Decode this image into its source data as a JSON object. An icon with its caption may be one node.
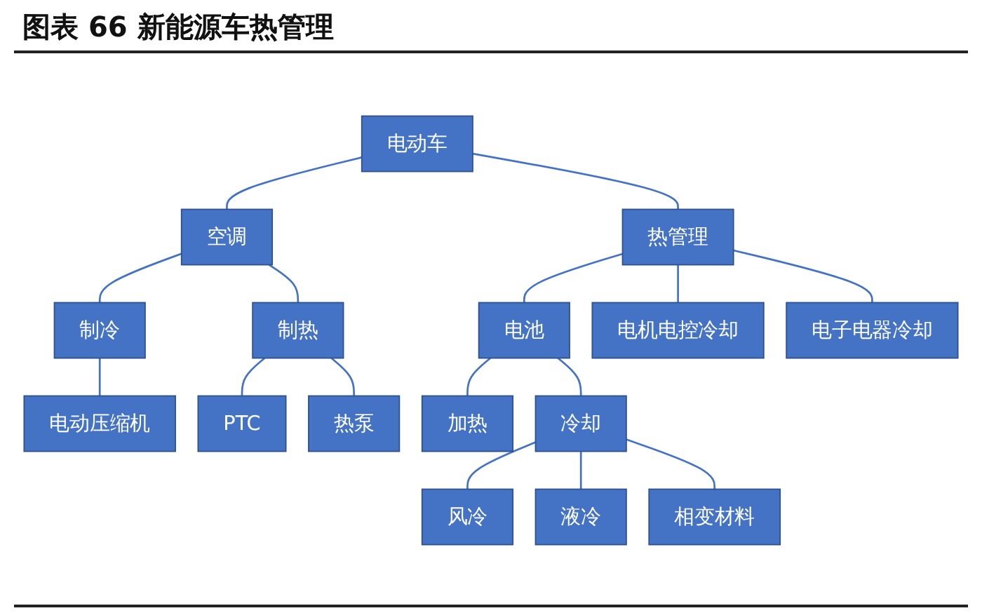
{
  "diagram": {
    "title": "图表 66 新能源车热管理",
    "nodes": [
      {
        "text": [
          "电动车"
        ]
      },
      {
        "text": [
          "空调"
        ]
      },
      {
        "text": [
          "热管理"
        ]
      },
      {
        "text": [
          "制冷"
        ]
      },
      {
        "text": [
          "制热"
        ]
      },
      {
        "text": [
          "电动压缩机"
        ]
      },
      {
        "text": [
          "PTC"
        ]
      },
      {
        "text": [
          "热泵"
        ]
      },
      {
        "text": [
          "电池"
        ]
      },
      {
        "text": [
          "电机电控冷却"
        ]
      },
      {
        "text": [
          "电子电器冷却"
        ]
      },
      {
        "text": [
          "加热"
        ]
      },
      {
        "text": [
          "冷却"
        ]
      },
      {
        "text": [
          "风冷"
        ]
      },
      {
        "text": [
          "液冷"
        ]
      },
      {
        "text": [
          "相变材料"
        ]
      }
    ],
    "edges": [
      {
        "from": 0,
        "to": 1,
        "arrow": "none"
      },
      {
        "from": 0,
        "to": 2,
        "arrow": "none"
      },
      {
        "from": 1,
        "to": 3,
        "arrow": "none"
      },
      {
        "from": 1,
        "to": 4,
        "arrow": "none"
      },
      {
        "from": 3,
        "to": 5,
        "arrow": "none"
      },
      {
        "from": 4,
        "to": 6,
        "arrow": "none"
      },
      {
        "from": 4,
        "to": 7,
        "arrow": "none"
      },
      {
        "from": 2,
        "to": 8,
        "arrow": "none"
      },
      {
        "from": 2,
        "to": 9,
        "arrow": "none"
      },
      {
        "from": 2,
        "to": 10,
        "arrow": "none"
      },
      {
        "from": 8,
        "to": 11,
        "arrow": "none"
      },
      {
        "from": 8,
        "to": 12,
        "arrow": "none"
      },
      {
        "from": 12,
        "to": 13,
        "arrow": "none"
      },
      {
        "from": 12,
        "to": 14,
        "arrow": "none"
      },
      {
        "from": 12,
        "to": 15,
        "arrow": "none"
      }
    ]
  }
}
